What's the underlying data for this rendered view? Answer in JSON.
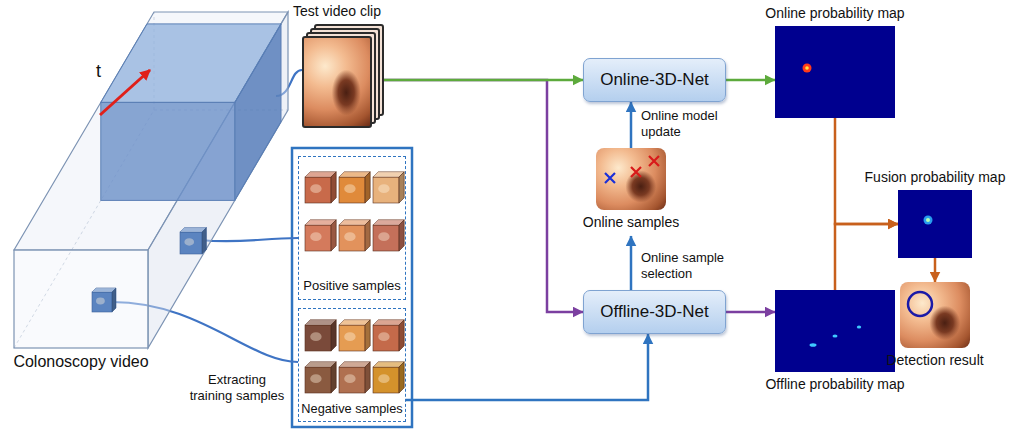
{
  "diagram": {
    "nodes": [
      {
        "text": [
          "Colonoscopy video"
        ]
      },
      {
        "text": [
          "Test video clip"
        ]
      },
      {
        "text": [
          "Positive samples"
        ]
      },
      {
        "text": [
          "Negative samples"
        ]
      },
      {
        "text": [
          "Online-3D-Net"
        ]
      },
      {
        "text": [
          "Offline-3D-Net"
        ]
      },
      {
        "text": [
          "Online samples"
        ]
      },
      {
        "text": [
          "Online probability map"
        ]
      },
      {
        "text": [
          "Offline probability map"
        ]
      },
      {
        "text": [
          "Fusion probability map"
        ]
      },
      {
        "text": [
          "Detection result"
        ]
      }
    ],
    "edges": [
      {
        "from": 0,
        "to": 1,
        "arrow": "none"
      },
      {
        "from": 0,
        "to": 2,
        "arrow": "none"
      },
      {
        "from": 0,
        "to": 3,
        "label": "Extracting training samples",
        "arrow": "none"
      },
      {
        "from": 1,
        "to": 4,
        "arrow": "to"
      },
      {
        "from": 1,
        "to": 5,
        "arrow": "to"
      },
      {
        "from": 4,
        "to": 7,
        "arrow": "to"
      },
      {
        "from": 5,
        "to": 6,
        "label": "Online sample selection",
        "arrow": "to"
      },
      {
        "from": 6,
        "to": 4,
        "label": "Online model update",
        "arrow": "to"
      },
      {
        "from": 5,
        "to": 8,
        "arrow": "to"
      },
      {
        "from": 7,
        "to": 9,
        "arrow": "to"
      },
      {
        "from": 8,
        "to": 9,
        "arrow": "to"
      },
      {
        "from": 9,
        "to": 10,
        "arrow": "to"
      },
      {
        "from": 3,
        "to": 5,
        "arrow": "to"
      }
    ],
    "labels": [
      "t"
    ]
  }
}
